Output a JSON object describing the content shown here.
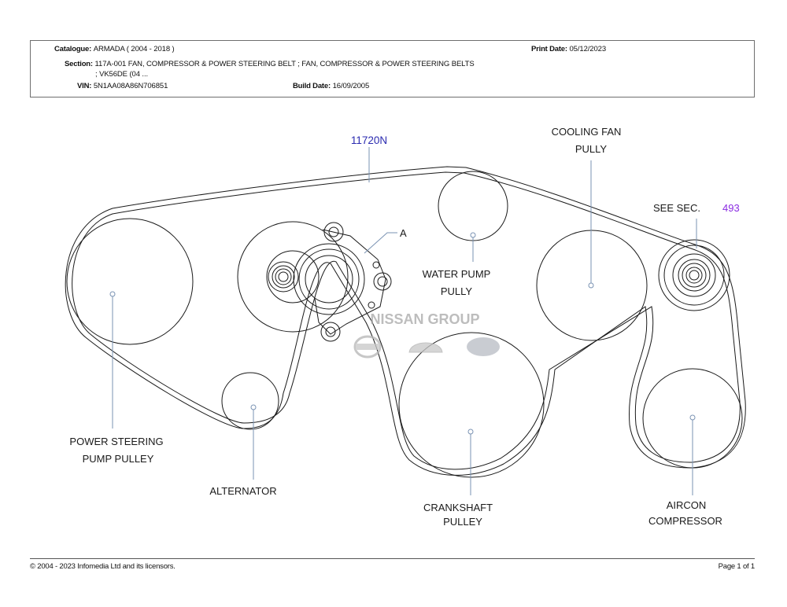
{
  "header": {
    "catalogue_label": "Catalogue:",
    "catalogue_value": "ARMADA ( 2004 - 2018 )",
    "print_date_label": "Print Date:",
    "print_date_value": "05/12/2023",
    "section_label": "Section:",
    "section_value_line1": "117A-001 FAN, COMPRESSOR & POWER STEERING BELT ; FAN, COMPRESSOR & POWER STEERING BELTS",
    "section_value_line2": "; VK56DE (04 ...",
    "vin_label": "VIN:",
    "vin_value": "5N1AA08A86N706851",
    "build_date_label": "Build Date:",
    "build_date_value": "16/09/2005"
  },
  "diagram": {
    "part_number": "11720N",
    "callout_a": "A",
    "see_sec_label": "SEE  SEC.",
    "see_sec_number": "493",
    "watermark": "NISSAN GROUP",
    "logos": [
      "NISSAN",
      "INFINITI",
      "DATSUN"
    ],
    "labels": {
      "cooling_fan_line1": "COOLING  FAN",
      "cooling_fan_line2": "PULLY",
      "water_pump_line1": "WATER  PUMP",
      "water_pump_line2": "PULLY",
      "power_steering_line1": "POWER  STEERING",
      "power_steering_line2": "PUMP  PULLEY",
      "alternator": "ALTERNATOR",
      "crankshaft_line1": "CRANKSHAFT",
      "crankshaft_line2": "PULLEY",
      "aircon_line1": "AIRCON",
      "aircon_line2": "COMPRESSOR"
    },
    "colors": {
      "part_number": "#2b2bb0",
      "section_ref": "#8a2be2",
      "leader": "#7a93b3",
      "line": "#1a1a1a",
      "watermark": "#a8a8a8"
    }
  },
  "footer": {
    "copyright": "© 2004 - 2023 Infomedia Ltd and its licensors.",
    "page": "Page 1 of 1"
  }
}
